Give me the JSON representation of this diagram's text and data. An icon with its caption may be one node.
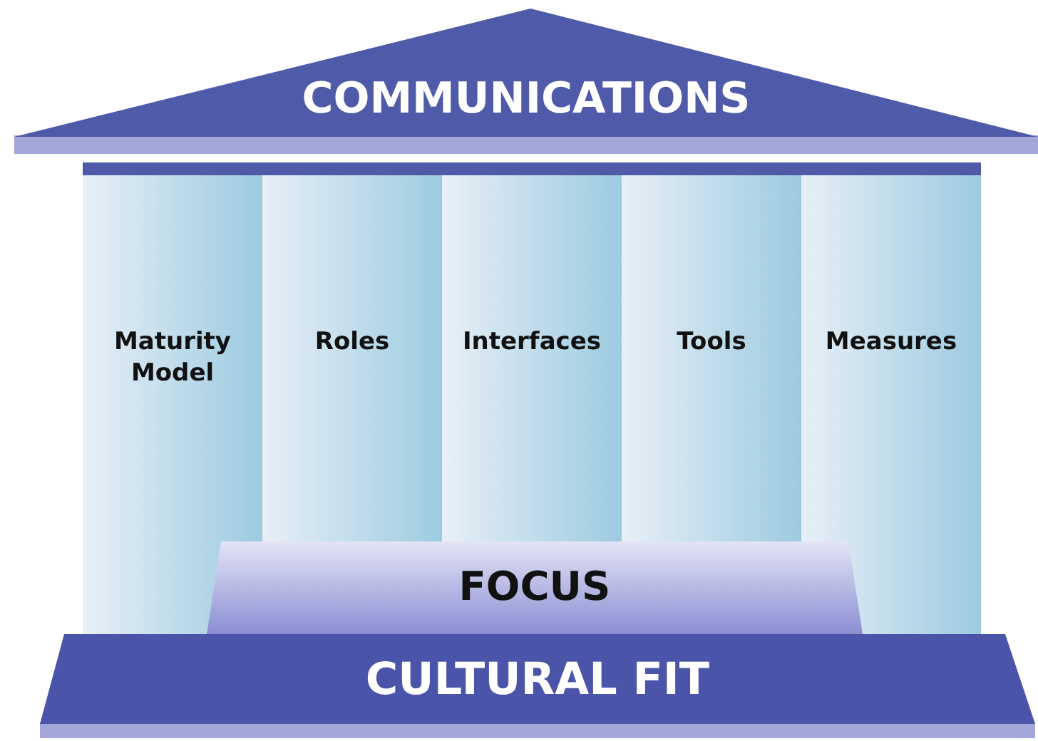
{
  "diagram": {
    "nodes": [
      {
        "text": [
          "COMMUNICATIONS"
        ]
      },
      {
        "text": [
          "Maturity Model"
        ]
      },
      {
        "text": [
          "Roles"
        ]
      },
      {
        "text": [
          "Interfaces"
        ]
      },
      {
        "text": [
          "Tools"
        ]
      },
      {
        "text": [
          "Measures"
        ]
      },
      {
        "text": [
          "FOCUS"
        ]
      },
      {
        "text": [
          "CULTURAL FIT"
        ]
      }
    ]
  }
}
